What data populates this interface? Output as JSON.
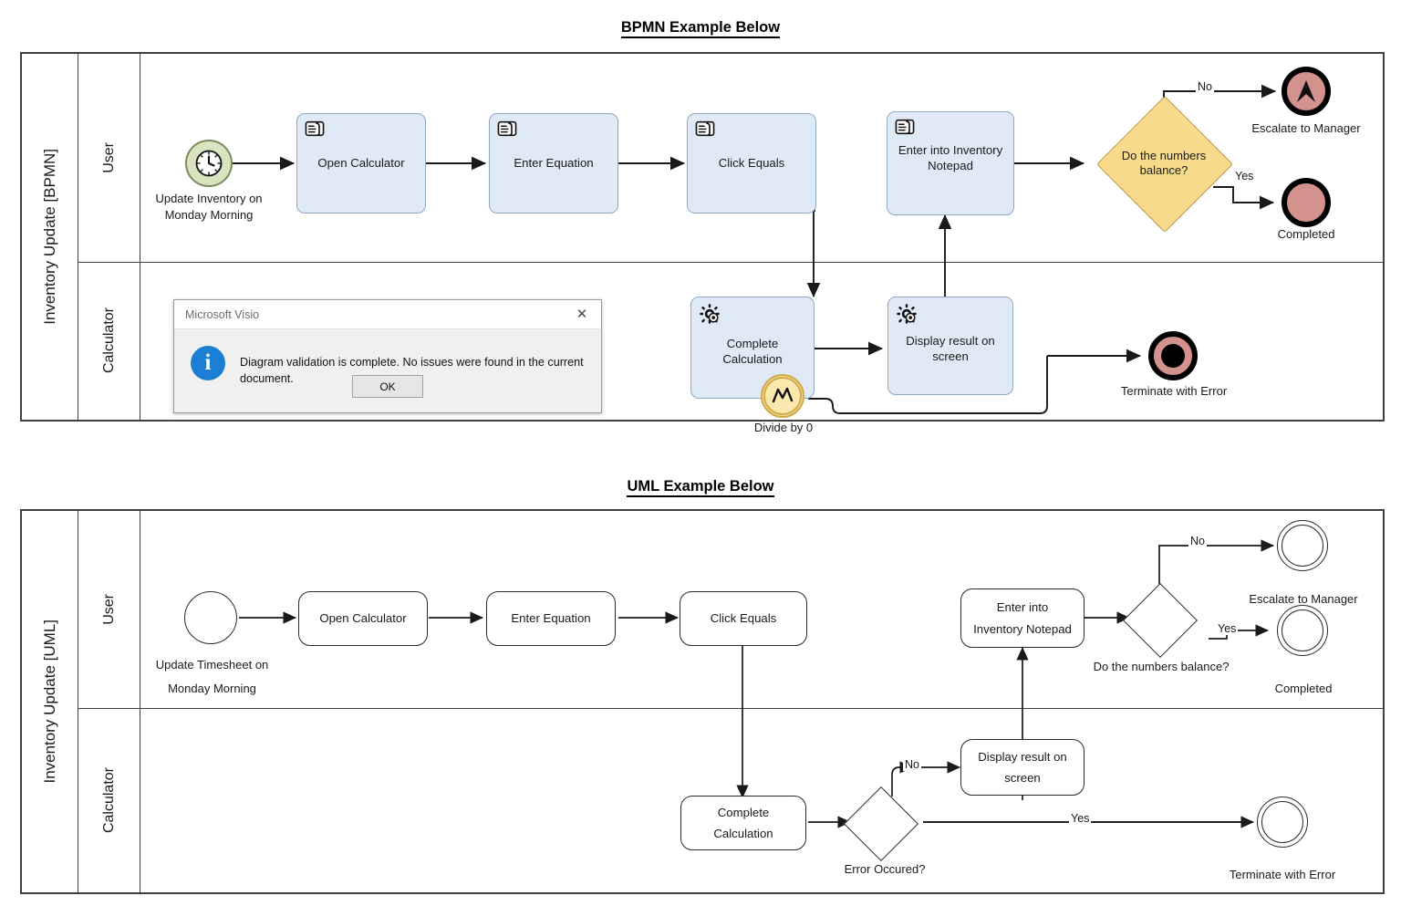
{
  "sections": {
    "bpmn_title": "BPMN Example Below",
    "uml_title": "UML Example Below"
  },
  "bpmn": {
    "pool_label": "Inventory Update [BPMN]",
    "lanes": [
      {
        "label": "User"
      },
      {
        "label": "Calculator"
      }
    ],
    "start_event": {
      "icon": "timer-clock-icon",
      "label": "Update Inventory on Monday Morning",
      "label_line1": "Update Inventory on",
      "label_line2": "Monday Morning"
    },
    "tasks": [
      {
        "name": "open-calculator",
        "label": "Open Calculator",
        "icon": "manual-task-hand-icon"
      },
      {
        "name": "enter-equation",
        "label": "Enter Equation",
        "icon": "manual-task-hand-icon"
      },
      {
        "name": "click-equals",
        "label": "Click Equals",
        "icon": "manual-task-hand-icon"
      },
      {
        "name": "enter-into-inventory-notepad",
        "label": "Enter into Inventory Notepad",
        "icon": "manual-task-hand-icon"
      },
      {
        "name": "complete-calculation",
        "label": "Complete Calculation",
        "icon": "service-task-gear-icon"
      },
      {
        "name": "display-result-on-screen",
        "label": "Display result on screen",
        "icon": "service-task-gear-icon"
      }
    ],
    "gateway": {
      "label": "Do the numbers balance?",
      "label_line1": "Do the numbers",
      "label_line2": "balance?",
      "branch_no": "No",
      "branch_yes": "Yes"
    },
    "boundary_event": {
      "label": "Divide by 0",
      "icon": "error-lightning-icon"
    },
    "end_events": [
      {
        "name": "escalate-to-manager",
        "label": "Escalate to Manager",
        "icon": "escalation-arrow-icon"
      },
      {
        "name": "completed",
        "label": "Completed",
        "icon": "end-event-icon"
      },
      {
        "name": "terminate-with-error",
        "label": "Terminate with Error",
        "icon": "terminate-event-icon"
      }
    ],
    "colors": {
      "task_fill": "#dfeaf6",
      "task_stroke": "#8ea9c4",
      "gateway_fill": "#f8dc8c",
      "start_fill": "#d9e3c0",
      "end_fill": "#d4928e",
      "boundary_fill": "#f9dd93"
    }
  },
  "uml": {
    "pool_label": "Inventory Update [UML]",
    "lanes": [
      {
        "label": "User"
      },
      {
        "label": "Calculator"
      }
    ],
    "start_event": {
      "label": "Update Timesheet on Monday Morning",
      "label_line1": "Update Timesheet on",
      "label_line2": "Monday Morning"
    },
    "tasks": [
      {
        "name": "open-calculator",
        "label": "Open Calculator"
      },
      {
        "name": "enter-equation",
        "label": "Enter Equation"
      },
      {
        "name": "click-equals",
        "label": "Click Equals"
      },
      {
        "name": "enter-into-inventory-notepad",
        "label_line1": "Enter into",
        "label_line2": "Inventory Notepad"
      },
      {
        "name": "complete-calculation",
        "label_line1": "Complete",
        "label_line2": "Calculation"
      },
      {
        "name": "display-result-on-screen",
        "label_line1": "Display result on",
        "label_line2": "screen"
      }
    ],
    "decisions": [
      {
        "name": "numbers-balance",
        "label": "Do the numbers balance?",
        "branch_no": "No",
        "branch_yes": "Yes"
      },
      {
        "name": "error-occured",
        "label": "Error Occured?",
        "branch_no": "No",
        "branch_yes": "Yes"
      }
    ],
    "end_events": [
      {
        "name": "escalate-to-manager",
        "label": "Escalate to Manager"
      },
      {
        "name": "completed",
        "label": "Completed"
      },
      {
        "name": "terminate-with-error",
        "label": "Terminate with Error"
      }
    ]
  },
  "dialog": {
    "title": "Microsoft Visio",
    "close_icon": "✕",
    "message": "Diagram validation is complete. No issues were found in the current document.",
    "ok_label": "OK",
    "info_icon": "i"
  }
}
